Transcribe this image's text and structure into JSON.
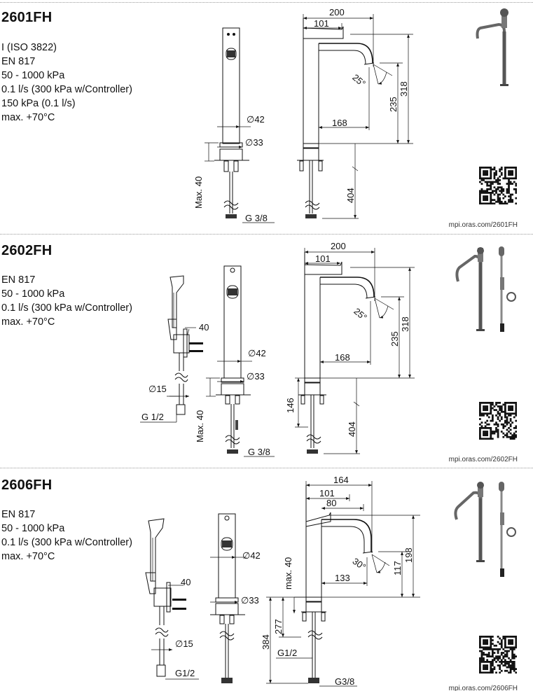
{
  "sections": [
    {
      "model": "2601FH",
      "specs": [
        "I (ISO 3822)",
        "EN 817",
        "50 - 1000 kPa",
        "0.1 l/s (300 kPa w/Controller)",
        "150 kPa (0.1 l/s)",
        "max. +70°C"
      ],
      "url": "mpi.oras.com/2601FH",
      "dims": {
        "w200": "200",
        "w101": "101",
        "a25": "25°",
        "h318": "318",
        "h235": "235",
        "w168": "168",
        "h404": "404",
        "d42": "∅42",
        "d33": "∅33",
        "max40": "Max. 40",
        "g38": "G 3/8"
      }
    },
    {
      "model": "2602FH",
      "specs": [
        "EN 817",
        "50 - 1000 kPa",
        "0.1 l/s (300 kPa w/Controller)",
        "max. +70°C"
      ],
      "url": "mpi.oras.com/2602FH",
      "dims": {
        "w200": "200",
        "w101": "101",
        "a25": "25°",
        "h318": "318",
        "h235": "235",
        "w168": "168",
        "h146": "146",
        "h404": "404",
        "d42": "∅42",
        "d33": "∅33",
        "max40": "Max. 40",
        "g38": "G 3/8",
        "s40": "40",
        "d15": "∅15",
        "g12": "G 1/2"
      }
    },
    {
      "model": "2606FH",
      "specs": [
        "EN 817",
        "50 - 1000 kPa",
        "0.1 l/s (300 kPa w/Controller)",
        "max. +70°C"
      ],
      "url": "mpi.oras.com/2606FH",
      "dims": {
        "w164": "164",
        "w101": "101",
        "w80": "80",
        "a30": "30°",
        "h198": "198",
        "h117": "117",
        "w133": "133",
        "max40": "max. 40",
        "h277": "277",
        "h384": "384",
        "d42": "∅42",
        "d33": "∅33",
        "g12b": "G1/2",
        "g38": "G3/8",
        "s40": "40",
        "d15": "∅15",
        "g12": "G1/2"
      }
    }
  ]
}
